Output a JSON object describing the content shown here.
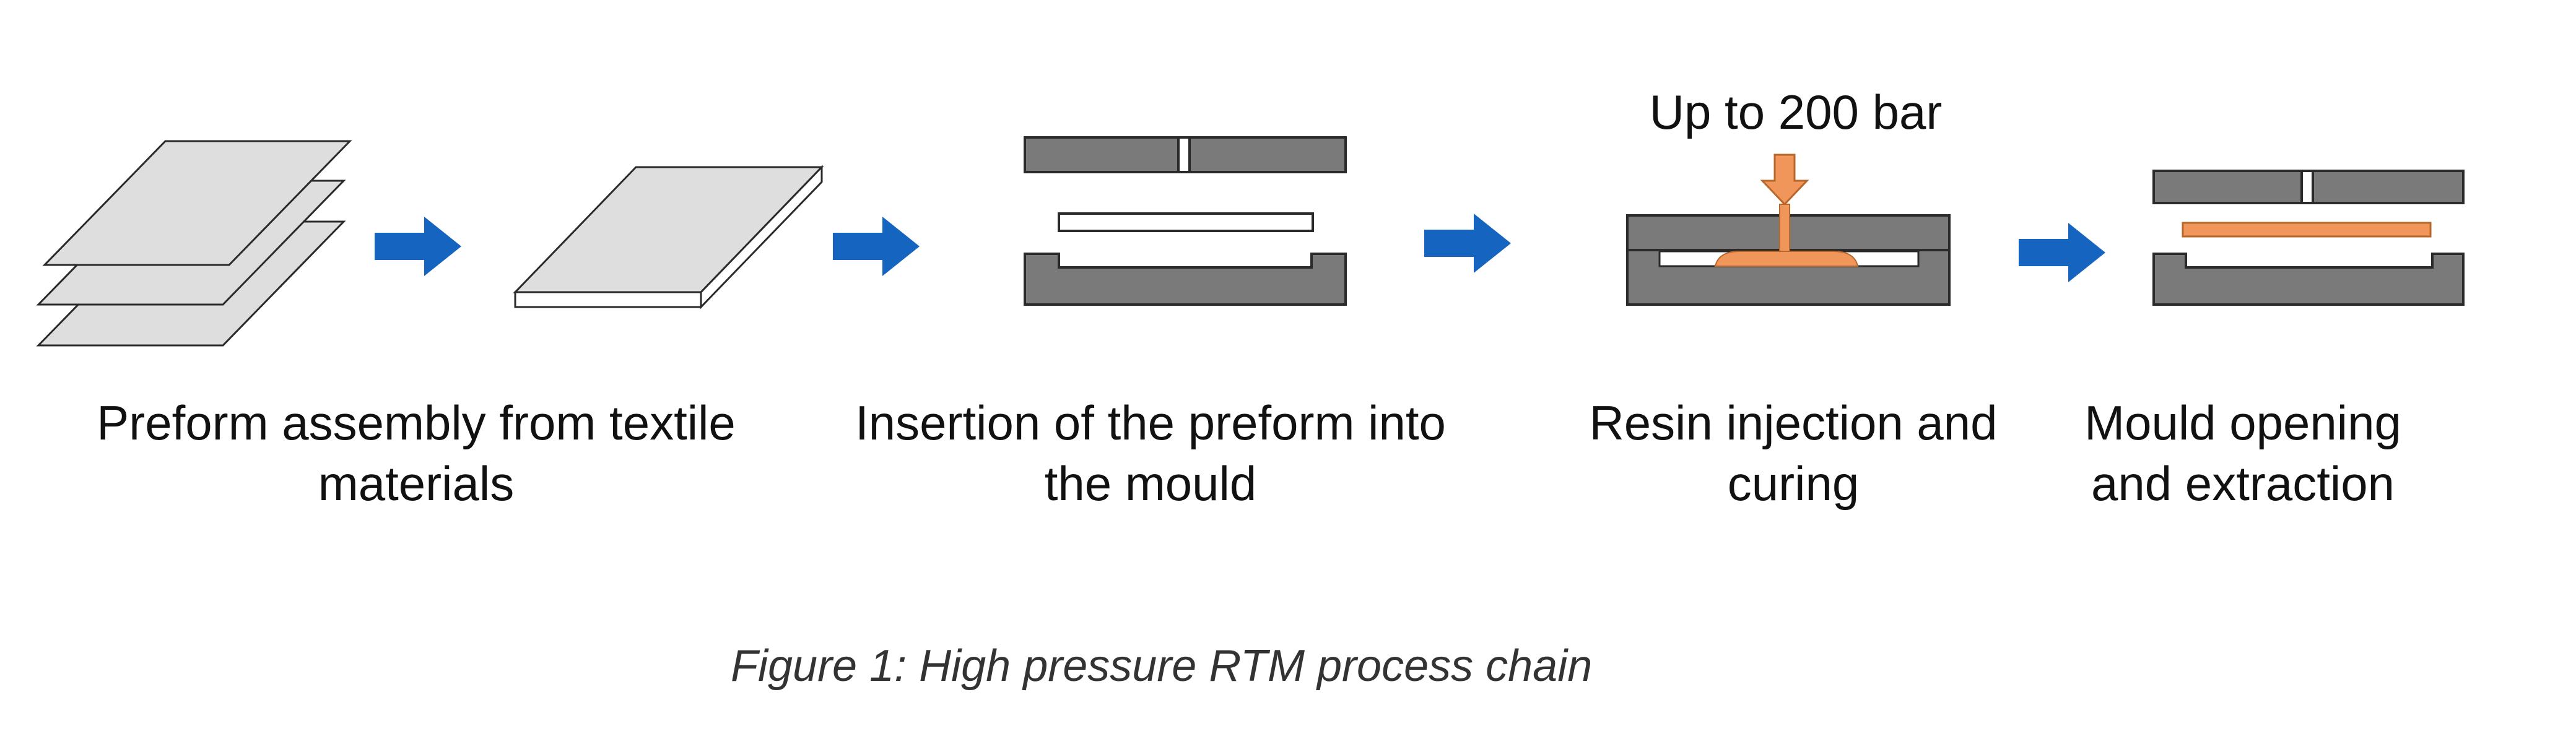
{
  "colors": {
    "arrow_blue": "#1565c0",
    "mould_grey": "#7a7a7a",
    "mould_stroke": "#2a2a2a",
    "preform_fill": "#dedede",
    "resin_orange": "#f0965a",
    "resin_stroke": "#b8662a"
  },
  "steps": [
    {
      "label_line1": "Preform assembly from textile",
      "label_line2": "materials"
    },
    {
      "label_line1": "Insertion of the preform into",
      "label_line2": "the mould"
    },
    {
      "label_line1": "Resin injection and",
      "label_line2": "curing"
    },
    {
      "label_line1": "Mould opening",
      "label_line2": "and extraction"
    }
  ],
  "pressure_label": "Up to 200 bar",
  "caption": "Figure 1: High pressure RTM process chain"
}
